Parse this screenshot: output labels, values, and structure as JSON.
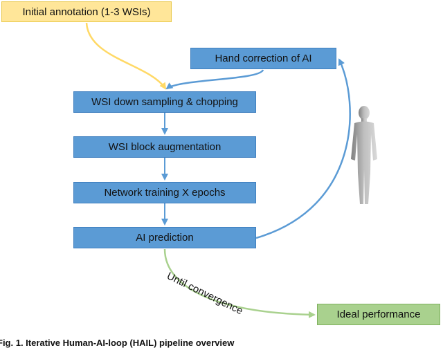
{
  "boxes": {
    "initial_annotation": "Initial annotation (1-3 WSIs)",
    "hand_correction": "Hand correction of AI",
    "down_sampling": "WSI down sampling & chopping",
    "block_augmentation": "WSI block augmentation",
    "network_training": "Network training X epochs",
    "ai_prediction": "AI prediction",
    "ideal_performance": "Ideal performance"
  },
  "edge_labels": {
    "until_convergence": "Until convergence"
  },
  "caption": "Fig. 1. Iterative Human-AI-loop (HAIL) pipeline overview",
  "colors": {
    "blue_box": "#5b9bd5",
    "yellow_box": "#ffe699",
    "green_box": "#a9d18e",
    "yellow_arrow": "#ffd966",
    "blue_arrow": "#5b9bd5",
    "green_arrow": "#a9d18e",
    "human_figure": "#a6a6a6"
  },
  "icons": {
    "human": "human-figure-icon"
  }
}
